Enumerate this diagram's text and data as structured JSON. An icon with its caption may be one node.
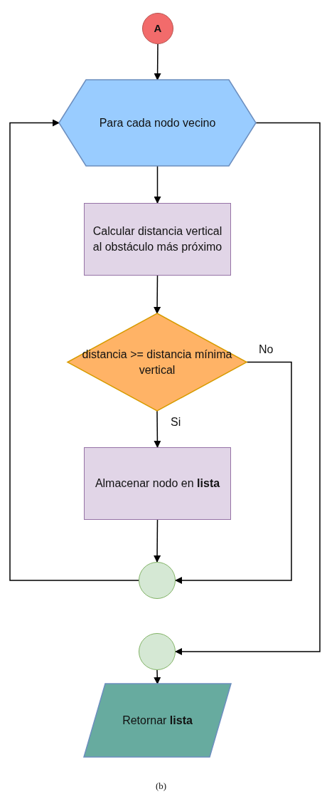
{
  "diagram": {
    "caption": "(b)",
    "nodes": [
      {
        "text": [
          "A"
        ]
      },
      {
        "text": [
          "Para cada nodo vecino"
        ]
      },
      {
        "text": [
          "Calcular distancia vertical al obstáculo más próximo"
        ]
      },
      {
        "text": [
          "distancia >= distancia mínima vertical"
        ]
      },
      {
        "text": [
          "Almacenar nodo en **lista**"
        ]
      },
      {
        "text": [],
        "shape": "circle"
      },
      {
        "text": [],
        "shape": "circle"
      },
      {
        "text": [
          "Retornar **lista**"
        ]
      }
    ],
    "edges": [
      {
        "from": 0,
        "to": 1,
        "arrow": "to"
      },
      {
        "from": 1,
        "to": 2,
        "arrow": "to"
      },
      {
        "from": 2,
        "to": 3,
        "arrow": "to"
      },
      {
        "from": 3,
        "to": 4,
        "arrow": "to",
        "label": "Si"
      },
      {
        "from": 3,
        "to": 5,
        "arrow": "to",
        "label": "No"
      },
      {
        "from": 4,
        "to": 5,
        "arrow": "to"
      },
      {
        "from": 5,
        "to": 1,
        "arrow": "to"
      },
      {
        "from": 1,
        "to": 6,
        "arrow": "to"
      },
      {
        "from": 6,
        "to": 7,
        "arrow": "to"
      }
    ]
  }
}
